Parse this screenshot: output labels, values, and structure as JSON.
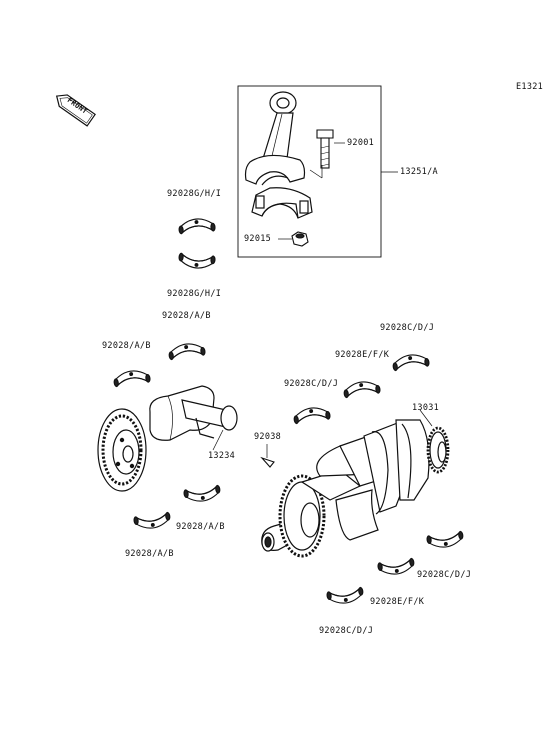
{
  "diagram": {
    "code": "E1321",
    "front_badge": "FRONT",
    "labels": {
      "p92001": "92001",
      "p13251": "13251/A",
      "p92015": "92015",
      "p92028ghi_top": "92028G/H/I",
      "p92028ghi_bottom": "92028G/H/I",
      "p92028ab_1": "92028/A/B",
      "p92028ab_2": "92028/A/B",
      "p92028ab_3": "92028/A/B",
      "p92028ab_4": "92028/A/B",
      "p92028cdj_1": "92028C/D/J",
      "p92028cdj_2": "92028C/D/J",
      "p92028cdj_3": "92028C/D/J",
      "p92028cdj_4": "92028C/D/J",
      "p92028efk_1": "92028E/F/K",
      "p92028efk_2": "92028E/F/K",
      "p13031": "13031",
      "p92038": "92038",
      "p13234": "13234"
    }
  }
}
